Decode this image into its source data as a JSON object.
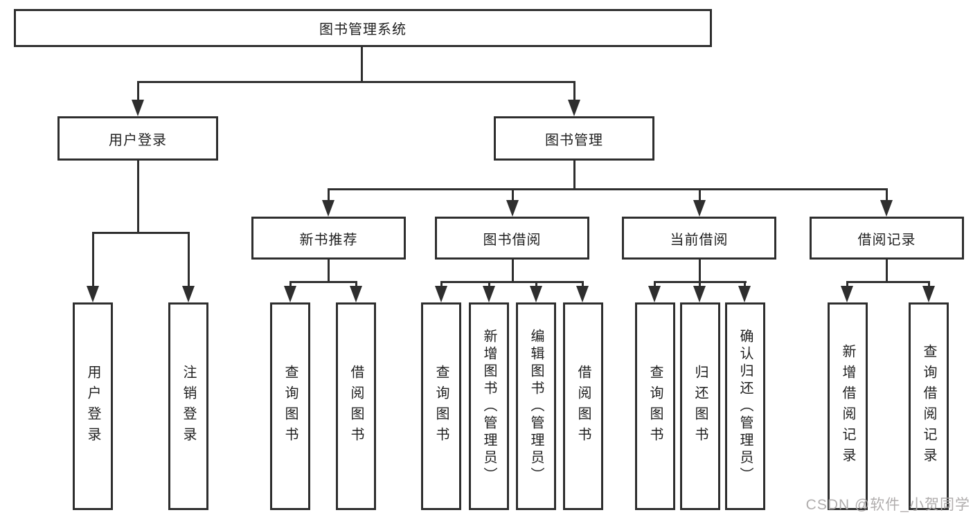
{
  "title": "图书管理系统",
  "level2": [
    {
      "label": "用户登录"
    },
    {
      "label": "图书管理"
    }
  ],
  "level3": [
    {
      "label": "新书推荐"
    },
    {
      "label": "图书借阅"
    },
    {
      "label": "当前借阅"
    },
    {
      "label": "借阅记录"
    }
  ],
  "leaves": {
    "user_login": [
      "用户登录",
      "注销登录"
    ],
    "new_book": [
      "查询图书",
      "借阅图书"
    ],
    "book_borrow": [
      "查询图书",
      "新增图书（管理员）",
      "编辑图书（管理员）",
      "借阅图书"
    ],
    "current_borrow": [
      "查询图书",
      "归还图书",
      "确认归还（管理员）"
    ],
    "borrow_record": [
      "新增借阅记录",
      "查询借阅记录"
    ]
  },
  "watermark": "CSDN @软件_小贺同学",
  "colors": {
    "line": "#2e2e2e",
    "text": "#1f1f1f",
    "background": "#ffffff",
    "watermark": "#aca9a9"
  }
}
